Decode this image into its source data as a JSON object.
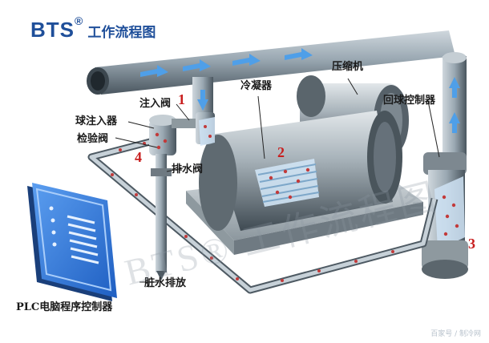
{
  "header": {
    "brand": "BTS",
    "registered": "®",
    "subtitle": "工作流程图"
  },
  "labels": {
    "injection_valve": "注入阀",
    "ball_injector": "球注入器",
    "check_valve": "检验阀",
    "drain_valve": "排水阀",
    "dirty_water_drain": "脏水排放",
    "condenser": "冷凝器",
    "compressor": "压缩机",
    "ball_return_controller": "回球控制器",
    "plc_controller": "PLC电脑程序控制器"
  },
  "steps": [
    "1",
    "2",
    "3",
    "4"
  ],
  "watermark": "BTS® 工作流程图",
  "credit": "百家号 / 制冷网",
  "colors": {
    "pipe": "#8a9aa6",
    "pipe_dark": "#4e5a63",
    "flow_arrow": "#4f9fe8",
    "ball": "#c23a3a",
    "step_number": "#c81e1e",
    "plc_panel": "#2e6fd0",
    "brand": "#1f4f9a"
  }
}
